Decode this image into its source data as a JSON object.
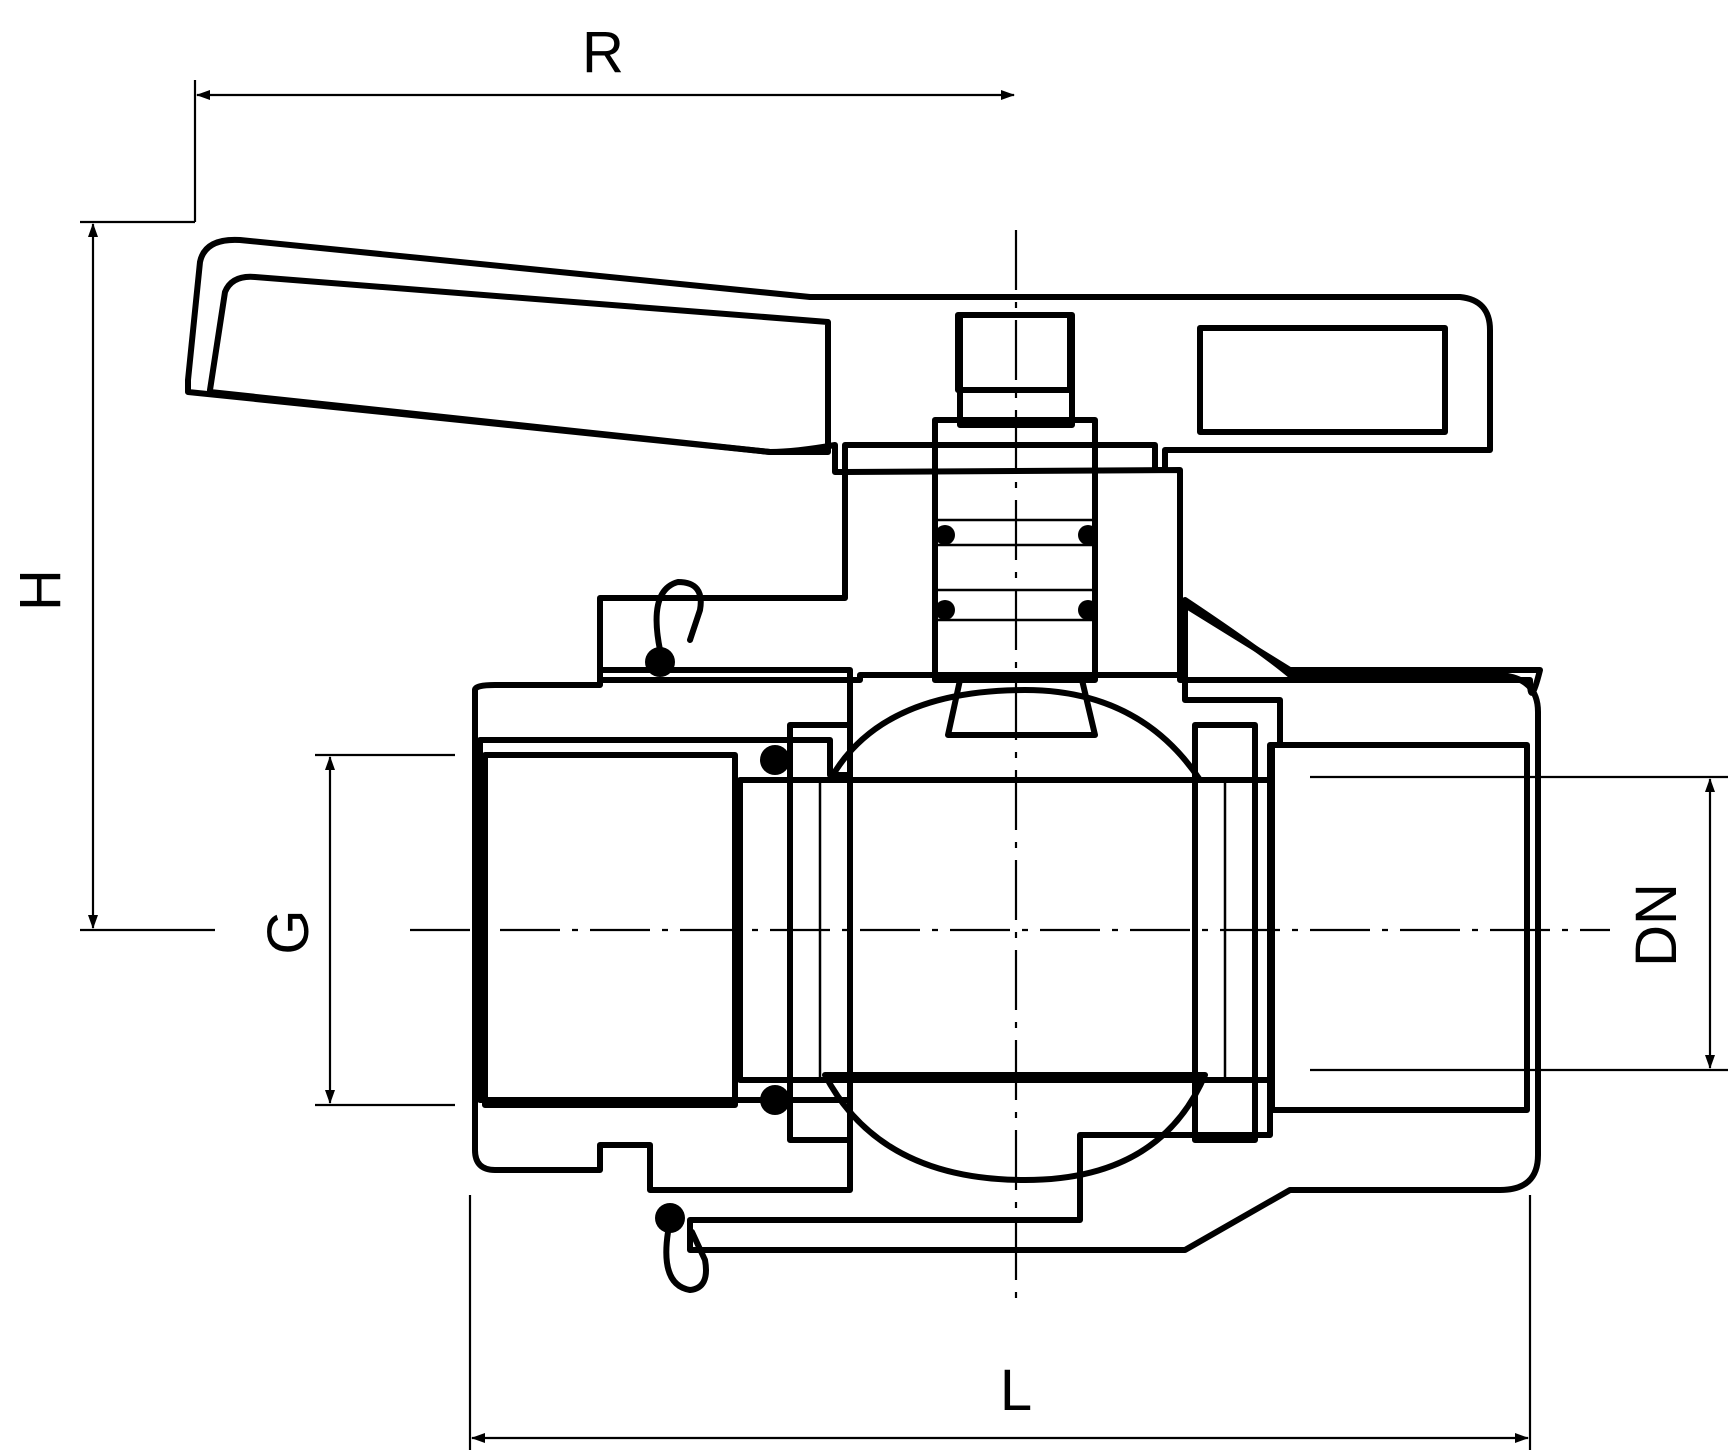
{
  "drawing": {
    "colors": {
      "ink": "#000000",
      "paper": "#ffffff"
    },
    "labels": {
      "R": "R",
      "H": "H",
      "G": "G",
      "DN": "DN",
      "L": "L"
    }
  }
}
